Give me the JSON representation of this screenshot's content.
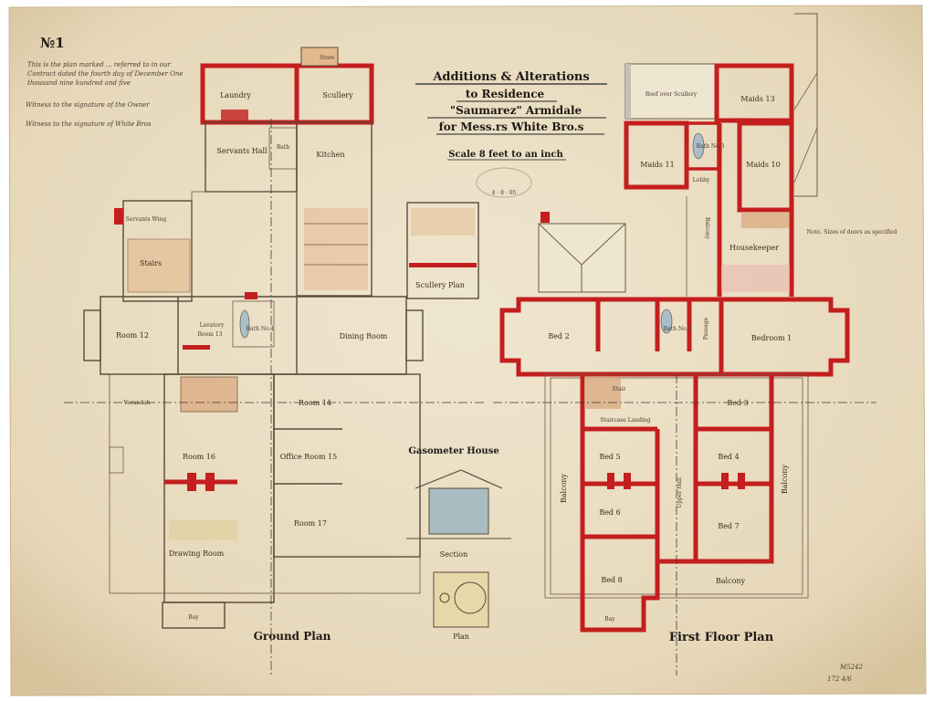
{
  "sheet": {
    "number": "№1",
    "archive_ref": "M5242",
    "archive_sub": "172 4/6",
    "notes": [
      "This is the plan marked ... referred to in our",
      "Contract dated the fourth day of December One",
      "thousand nine hundred and five",
      "Witness to the signature of the Owner",
      "Witness to the signature of White Bros"
    ],
    "stamp": "4 · 8 · 05"
  },
  "title": {
    "line1": "Additions & Alterations",
    "line2": "to Residence",
    "line3": "\"Saumarez\" Armidale",
    "line4": "for Mess.rs White Bro.s",
    "scale": "Scale 8 feet to an inch"
  },
  "ground_plan": {
    "title": "Ground Plan",
    "rooms": {
      "store": "Store",
      "laundry": "Laundry",
      "scullery": "Scullery",
      "servants_hall": "Servants Hall",
      "bath": "Bath",
      "kitchen": "Kitchen",
      "servants_wc": "Servants Wing",
      "stairs": "Stairs",
      "room12": "Room 12",
      "lavatory": "Lavatory",
      "room13": "Room 13",
      "bath1": "Bath No.1",
      "dining": "Dining Room",
      "room14": "Room 14",
      "room16": "Room 16",
      "office15": "Office Room 15",
      "room17": "Room 17",
      "drawing": "Drawing Room",
      "bay": "Bay",
      "verandah": "Verandah"
    }
  },
  "scullery_plan": {
    "title": "Scullery Plan"
  },
  "gasometer": {
    "title": "Gasometer House",
    "section": "Section",
    "plan": "Plan"
  },
  "first_floor": {
    "title": "First Floor Plan",
    "note": "Note. Sizes of doors as specified",
    "rooms": {
      "store_roof": "Roof over Scullery",
      "maids13": "Maids 13",
      "maids11": "Maids 11",
      "bath3": "Bath No.3",
      "maids10": "Maids 10",
      "lobby": "Lobby",
      "housekeeper": "Housekeeper",
      "balcony_side": "Balcony",
      "bed2": "Bed 2",
      "bedroom1": "Bedroom 1",
      "bath2": "Bath No.2",
      "passage": "Passage",
      "bed3": "Bed 3",
      "stair": "Stair",
      "landing": "Staircase Landing",
      "bed5": "Bed 5",
      "bed4": "Bed 4",
      "bed6": "Bed 6",
      "bed7": "Bed 7",
      "upper_hall": "Upper Hall",
      "bed8": "Bed 8",
      "balcony": "Balcony",
      "balcony_left": "Balcony",
      "balcony_right": "Balcony",
      "bay": "Bay"
    }
  },
  "colors": {
    "paper": "#e8dcc2",
    "wall_red": "#c41e1e",
    "ink": "#3a2c1e"
  }
}
